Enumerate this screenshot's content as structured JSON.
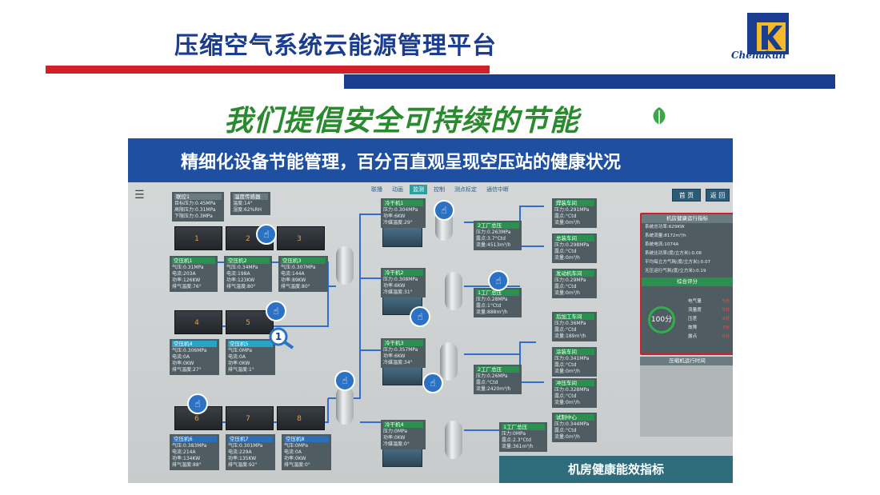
{
  "header": {
    "title": "压缩空气系统云能源管理平台",
    "logo_text": "Chenakun"
  },
  "slogan": "我们提倡安全可持续的节能",
  "panel": {
    "header": "精细化设备节能管理，百分百直观呈现空压站的健康状况",
    "caption": "机房健康能效指标"
  },
  "scada": {
    "nav_tabs": [
      "联播",
      "动画",
      "监测",
      "控制",
      "测点标定",
      "通信中断"
    ],
    "active_tab": 2,
    "home_button": "首 页",
    "back_button": "返 回",
    "header_box": {
      "title": "联控1",
      "lines": [
        "目标压力:0.45MPa",
        "高限压力:0.31MPa",
        "下限压力:0.3MPa"
      ]
    },
    "env_box": {
      "title": "温度传感器",
      "lines": [
        "温度:14°",
        "湿度:62%RH"
      ]
    },
    "compressors": [
      {
        "num": "1",
        "title": "空压机1",
        "lines": [
          "气压:0.31MPa",
          "电流:203A",
          "功率:126KW",
          "排气温度:76°"
        ]
      },
      {
        "num": "2",
        "title": "空压机2",
        "lines": [
          "气压:0.34MPa",
          "电流:198A",
          "功率:123KW",
          "排气温度:80°"
        ]
      },
      {
        "num": "3",
        "title": "空压机3",
        "lines": [
          "气压:0.307MPa",
          "电流:144A",
          "功率:89KW",
          "排气温度:80°"
        ]
      },
      {
        "num": "4",
        "title": "空压机4",
        "lines": [
          "气压:0.306MPa",
          "电流:0A",
          "功率:0KW",
          "排气温度:27°"
        ]
      },
      {
        "num": "5",
        "title": "空压机5",
        "lines": [
          "气压:0MPa",
          "电流:0A",
          "功率:0KW",
          "排气温度:1°"
        ]
      },
      {
        "num": "6",
        "title": "空压机6",
        "lines": [
          "气压:0.383MPa",
          "电流:214A",
          "功率:134KW",
          "排气温度:88°"
        ]
      },
      {
        "num": "7",
        "title": "空压机7",
        "lines": [
          "气压:0.301MPa",
          "电流:229A",
          "功率:135KW",
          "排气温度:92°"
        ]
      },
      {
        "num": "8",
        "title": "空压机8",
        "lines": [
          "气压:0MPa",
          "电流:0A",
          "功率:0KW",
          "排气温度:0°"
        ]
      }
    ],
    "dryers": [
      {
        "title": "冷干机1",
        "lines": [
          "压力:0.304MPa",
          "功率:6KW",
          "冷媒温度:29°"
        ]
      },
      {
        "title": "冷干机2",
        "lines": [
          "压力:0.308MPa",
          "功率:6KW",
          "冷媒温度:31°"
        ]
      },
      {
        "title": "冷干机3",
        "lines": [
          "压力:0.357MPa",
          "功率:6KW",
          "冷媒温度:34°"
        ]
      },
      {
        "title": "冷干机4",
        "lines": [
          "压力:0MPa",
          "功率:0KW",
          "冷媒温度:0°"
        ]
      }
    ],
    "branches": [
      {
        "title": "2工厂总压",
        "lines": [
          "压力:0.263MPa",
          "露点:3.7°Ctd",
          "流量:4513m³/h"
        ]
      },
      {
        "title": "1工厂总压",
        "lines": [
          "压力:0.28MPa",
          "露点:1°Ctd",
          "流量:888m³/h"
        ]
      },
      {
        "title": "2工厂总压",
        "lines": [
          "压力:0.26MPa",
          "露点:°Ctd",
          "流量:2420m³/h"
        ]
      },
      {
        "title": "1工厂总压",
        "lines": [
          "压力:0MPa",
          "露点:2.3°Ctd",
          "流量:361m³/h"
        ]
      }
    ],
    "outlets": [
      {
        "title": "焊装车间",
        "lines": [
          "压力:0.291MPa",
          "露点:°Ctd",
          "流量:0m³/h"
        ]
      },
      {
        "title": "总装车间",
        "lines": [
          "压力:0.298MPa",
          "露点:°Ctd",
          "流量:0m³/h"
        ]
      },
      {
        "title": "发动机车间",
        "lines": [
          "压力:0.29MPa",
          "露点:°Ctd",
          "流量:0m³/h"
        ]
      },
      {
        "title": "后加工车间",
        "lines": [
          "压力:0.36MPa",
          "露点:°Ctd",
          "流量:189m³/h"
        ]
      },
      {
        "title": "涂装车间",
        "lines": [
          "压力:0.341MPa",
          "露点:°Ctd",
          "流量:0m³/h"
        ]
      },
      {
        "title": "冲压车间",
        "lines": [
          "压力:0.328MPa",
          "露点:°Ctd",
          "流量:0m³/h"
        ]
      },
      {
        "title": "试制中心",
        "lines": [
          "压力:0.344MPa",
          "露点:°Ctd",
          "流量:0m³/h"
        ]
      }
    ],
    "health": {
      "title": "机房健康运行指标",
      "rows": [
        "系统总功率:629KW",
        "系统流量:8172m³/h",
        "系统电流:1074A",
        "系统比功率(度/立方米):0.08",
        "平均每立方气耗(度/立方米):0.07",
        "无压运行气耗(度/立方米):0.19"
      ],
      "score_title": "综合评分",
      "score": "100分",
      "score_items": [
        {
          "label": "电气量",
          "value": "5分"
        },
        {
          "label": "流量度",
          "value": "5分"
        },
        {
          "label": "压差",
          "value": "2分"
        },
        {
          "label": "故障",
          "value": "3分"
        },
        {
          "label": "露点",
          "value": "5分"
        }
      ]
    },
    "side_panel_title": "压缩机运行时间",
    "badge": "1"
  },
  "colors": {
    "brand_blue": "#1a3d8f",
    "brand_red": "#d2202a",
    "slogan_green": "#2a8a2e",
    "panel_header": "#1f4fa0",
    "caption_bg": "#2f6d7d"
  }
}
